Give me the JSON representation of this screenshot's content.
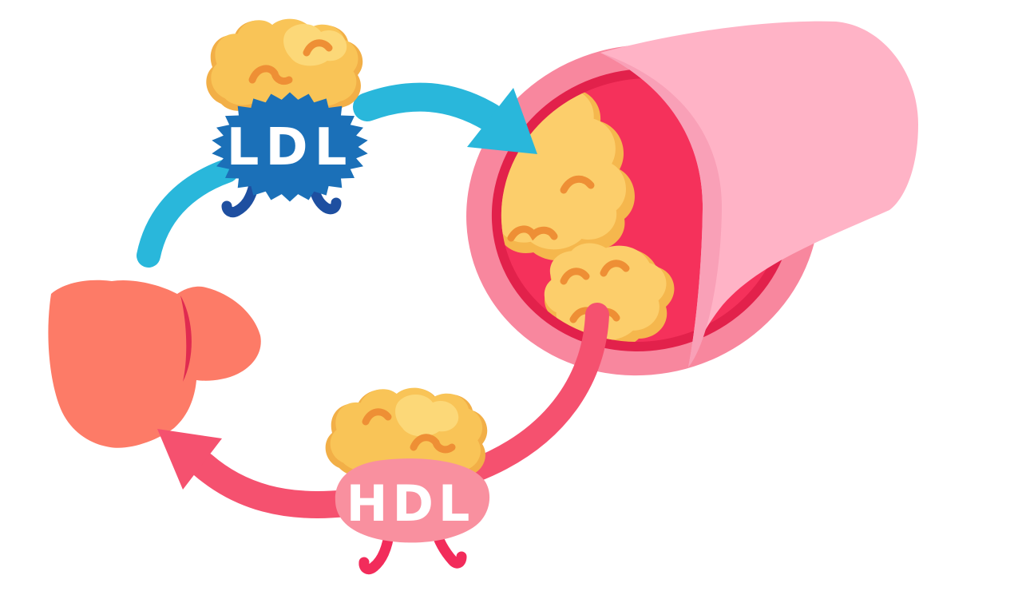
{
  "illustration": {
    "subject": "cholesterol-cycle",
    "background": "#FFFFFF"
  },
  "palette": {
    "cyan_flow": "#29B7DB",
    "pink_flow": "#F5516F",
    "ldl_blue": "#1B70B8",
    "ldl_leg_blue": "#1E4FA0",
    "hdl_pink": "#F9909F",
    "hdl_leg_crimson": "#F22C5B",
    "liver_coral": "#FD7B67",
    "liver_crease": "#E02B50",
    "vessel_wall": "#FFB3C6",
    "vessel_wall_shade": "#F9A0B7",
    "vessel_rim": "#F8879E",
    "lumen_red": "#F5315B",
    "lumen_dark_red": "#E2214B",
    "cholesterol_dark": "#F2AF47",
    "cholesterol_main": "#F9C457",
    "cholesterol_highlight": "#FCD878",
    "cholesterol_detail": "#EE8F35",
    "plaque_dark": "#F5B74D",
    "plaque_light": "#FCCE6B",
    "label_text": "#FFFFFF"
  },
  "nodes": {
    "ldl_particle": {
      "label": "LDL",
      "badge_color": "#1B70B8",
      "carries": "cholesterol-blob"
    },
    "hdl_particle": {
      "label": "HDL",
      "badge_color": "#F9909F",
      "carries": "cholesterol-blob"
    },
    "liver": {
      "name": "liver",
      "color": "#FD7B67"
    },
    "blood_vessel": {
      "name": "blood-vessel",
      "plaque_count": 2,
      "wall_color": "#FFB3C6",
      "lumen_color": "#F5315B"
    }
  },
  "flows": [
    {
      "id": "liver-to-ldl",
      "from": "liver",
      "to": "ldl_particle",
      "color": "#29B7DB",
      "has_arrowhead": false
    },
    {
      "id": "ldl-to-vessel",
      "from": "ldl_particle",
      "to": "blood_vessel",
      "color": "#29B7DB",
      "has_arrowhead": true
    },
    {
      "id": "vessel-to-hdl",
      "from": "blood_vessel",
      "to": "hdl_particle",
      "color": "#F5516F",
      "has_arrowhead": false
    },
    {
      "id": "hdl-to-liver",
      "from": "hdl_particle",
      "to": "liver",
      "color": "#F5516F",
      "has_arrowhead": true
    }
  ]
}
